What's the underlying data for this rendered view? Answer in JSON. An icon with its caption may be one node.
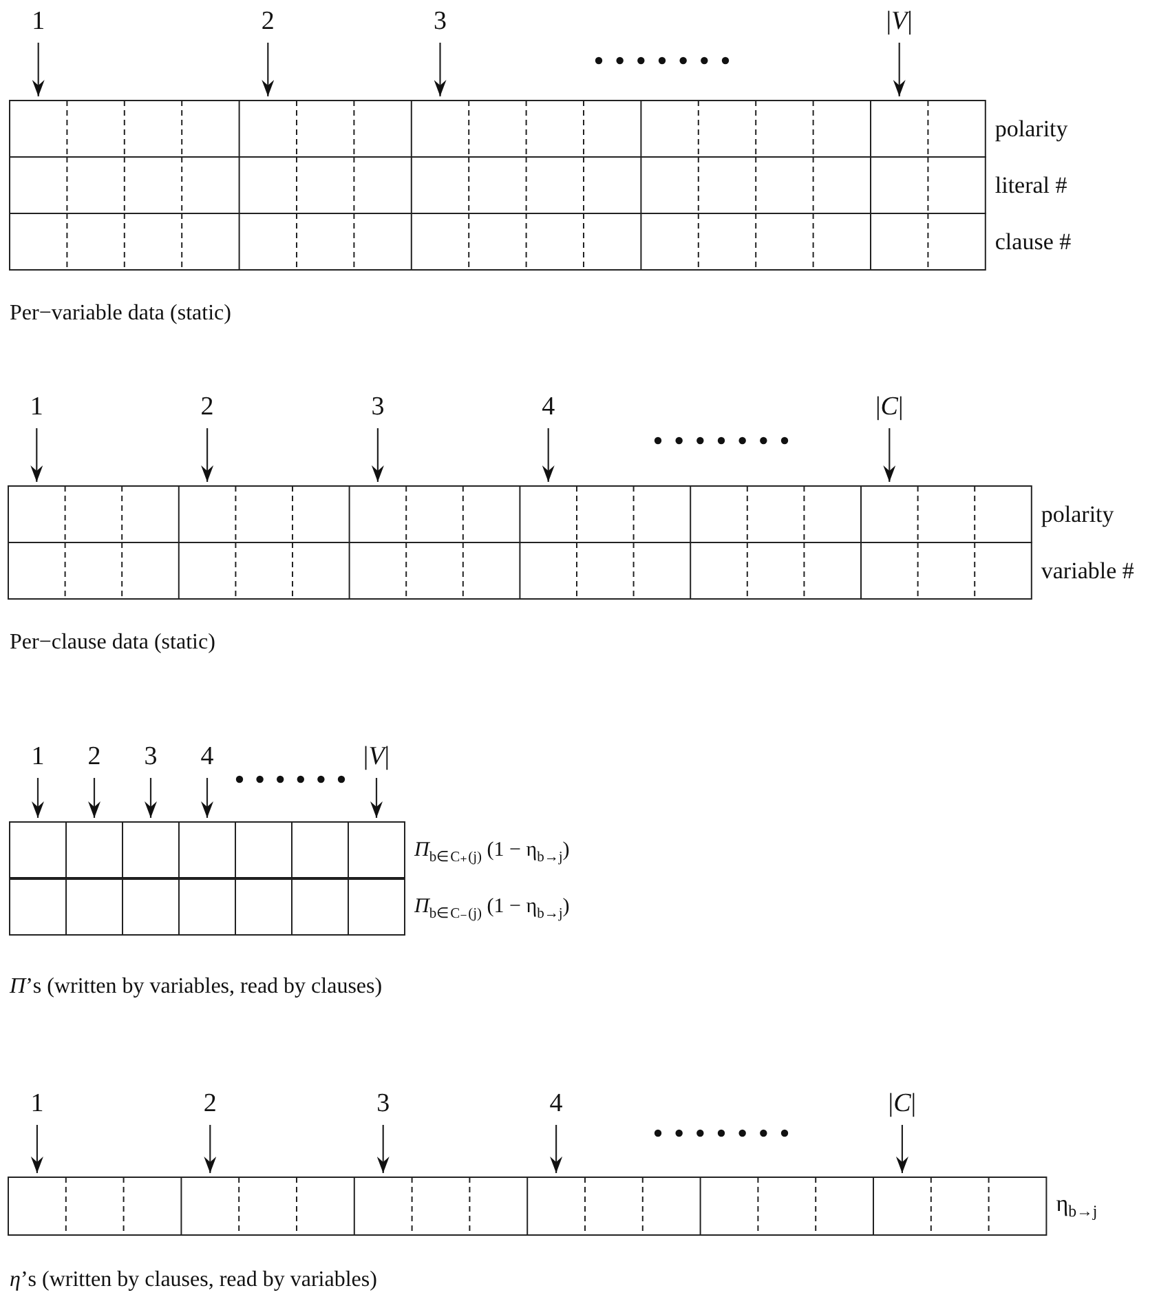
{
  "diagram": {
    "nodes": [
      {
        "text": [
          "1"
        ]
      },
      {
        "text": [
          "2"
        ]
      },
      {
        "text": [
          "3"
        ]
      },
      {
        "text": [
          "|*V*|"
        ]
      },
      {
        "text": [],
        "shape": "bar",
        "beside": [
          "polarity"
        ]
      },
      {
        "text": [],
        "shape": "bar",
        "beside": [
          "literal #"
        ]
      },
      {
        "text": [],
        "shape": "bar",
        "beside": [
          "clause #"
        ]
      },
      {
        "text": [
          "1"
        ]
      },
      {
        "text": [
          "2"
        ]
      },
      {
        "text": [
          "3"
        ]
      },
      {
        "text": [
          "4"
        ]
      },
      {
        "text": [
          "|*C*|"
        ]
      },
      {
        "text": [],
        "shape": "bar",
        "beside": [
          "polarity"
        ]
      },
      {
        "text": [],
        "shape": "bar",
        "beside": [
          "variable #"
        ]
      },
      {
        "text": [
          "1"
        ]
      },
      {
        "text": [
          "2"
        ]
      },
      {
        "text": [
          "3"
        ]
      },
      {
        "text": [
          "4"
        ]
      },
      {
        "text": [
          "|*V*|"
        ]
      },
      {
        "text": [],
        "shape": "bar",
        "beside": [
          "*Π*$_{b∈C₊(j)}$ (1 − η$_{b→j}$)"
        ]
      },
      {
        "text": [],
        "shape": "bar",
        "beside": [
          "*Π*$_{b∈C₋(j)}$ (1 − η$_{b→j}$)"
        ]
      },
      {
        "text": [
          "1"
        ]
      },
      {
        "text": [
          "2"
        ]
      },
      {
        "text": [
          "3"
        ]
      },
      {
        "text": [
          "4"
        ]
      },
      {
        "text": [
          "|*C*|"
        ]
      },
      {
        "text": [],
        "shape": "bar",
        "beside": [
          "η$_{b→j}$"
        ]
      }
    ],
    "edges": [
      {
        "from": 0,
        "to": 4,
        "arrow": "to"
      },
      {
        "from": 1,
        "to": 4,
        "arrow": "to"
      },
      {
        "from": 2,
        "to": 4,
        "arrow": "to"
      },
      {
        "from": 3,
        "to": 4,
        "arrow": "to"
      },
      {
        "from": 7,
        "to": 12,
        "arrow": "to"
      },
      {
        "from": 8,
        "to": 12,
        "arrow": "to"
      },
      {
        "from": 9,
        "to": 12,
        "arrow": "to"
      },
      {
        "from": 10,
        "to": 12,
        "arrow": "to"
      },
      {
        "from": 11,
        "to": 12,
        "arrow": "to"
      },
      {
        "from": 14,
        "to": 19,
        "arrow": "to"
      },
      {
        "from": 15,
        "to": 19,
        "arrow": "to"
      },
      {
        "from": 16,
        "to": 19,
        "arrow": "to"
      },
      {
        "from": 17,
        "to": 19,
        "arrow": "to"
      },
      {
        "from": 18,
        "to": 19,
        "arrow": "to"
      },
      {
        "from": 21,
        "to": 26,
        "arrow": "to"
      },
      {
        "from": 22,
        "to": 26,
        "arrow": "to"
      },
      {
        "from": 23,
        "to": 26,
        "arrow": "to"
      },
      {
        "from": 24,
        "to": 26,
        "arrow": "to"
      },
      {
        "from": 25,
        "to": 26,
        "arrow": "to"
      }
    ],
    "labels": [
      "Per−variable data (static)",
      "Per−clause data (static)",
      "*Π*’s (written by variables, read by clauses)",
      "*η*’s (written by clauses, read by variables)"
    ]
  }
}
